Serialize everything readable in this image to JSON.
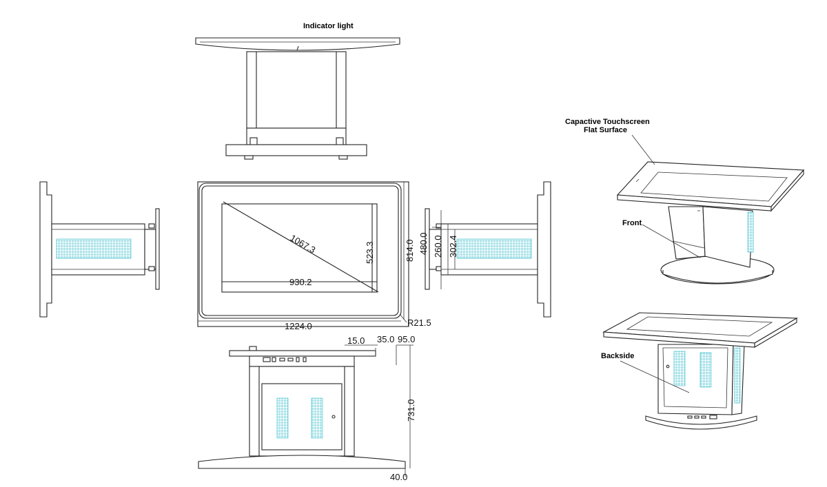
{
  "labels": {
    "indicator_light": "Indicator light",
    "touchscreen_line1": "Capactive Touchscreen",
    "touchscreen_line2": "Flat Surface",
    "front": "Front",
    "backside": "Backside"
  },
  "dimensions": {
    "diagonal": "1067.3",
    "screen_height": "523.3",
    "screen_width": "930.2",
    "total_depth": "814.0",
    "total_width": "1224.0",
    "corner_radius": "R21.5",
    "side_480": "480.0",
    "side_260": "260.0",
    "side_302": "302.4",
    "top_15": "15.0",
    "top_35": "35.0",
    "top_95": "95.0",
    "height_731": "731.0",
    "base_40": "40.0"
  },
  "colors": {
    "line": "#222222",
    "vent": "#2ab8c8"
  }
}
